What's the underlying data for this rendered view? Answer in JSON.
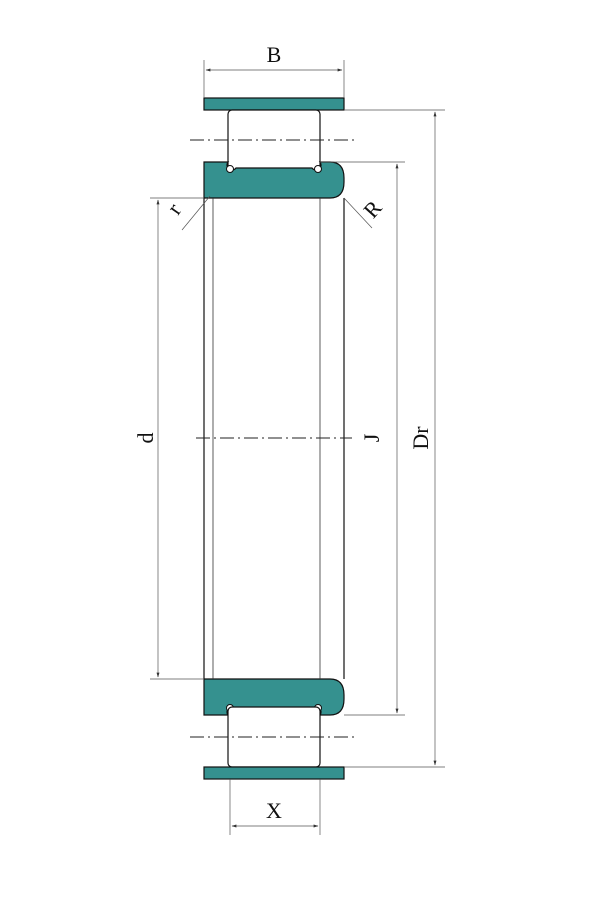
{
  "colors": {
    "ring_fill": "#35918f",
    "line": "#111111",
    "background": "#ffffff"
  },
  "labels": {
    "B": "B",
    "X": "X",
    "d": "d",
    "J": "J",
    "Dr": "Dr",
    "r": "r",
    "R": "R"
  }
}
